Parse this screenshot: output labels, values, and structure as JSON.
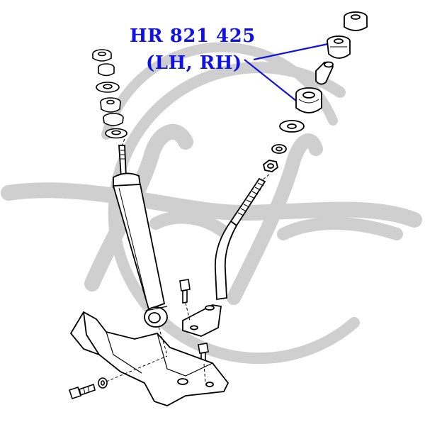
{
  "part_number": "HR 821 425",
  "position": "(LH, RH)",
  "colors": {
    "label": "#1212e0",
    "leader": "#1212e0",
    "watermark": "#cfcfcf",
    "line": "#000000",
    "background": "#ffffff"
  },
  "watermark": {
    "kind": "logo",
    "lettering": "H",
    "icon": "brand-logo-watermark"
  }
}
